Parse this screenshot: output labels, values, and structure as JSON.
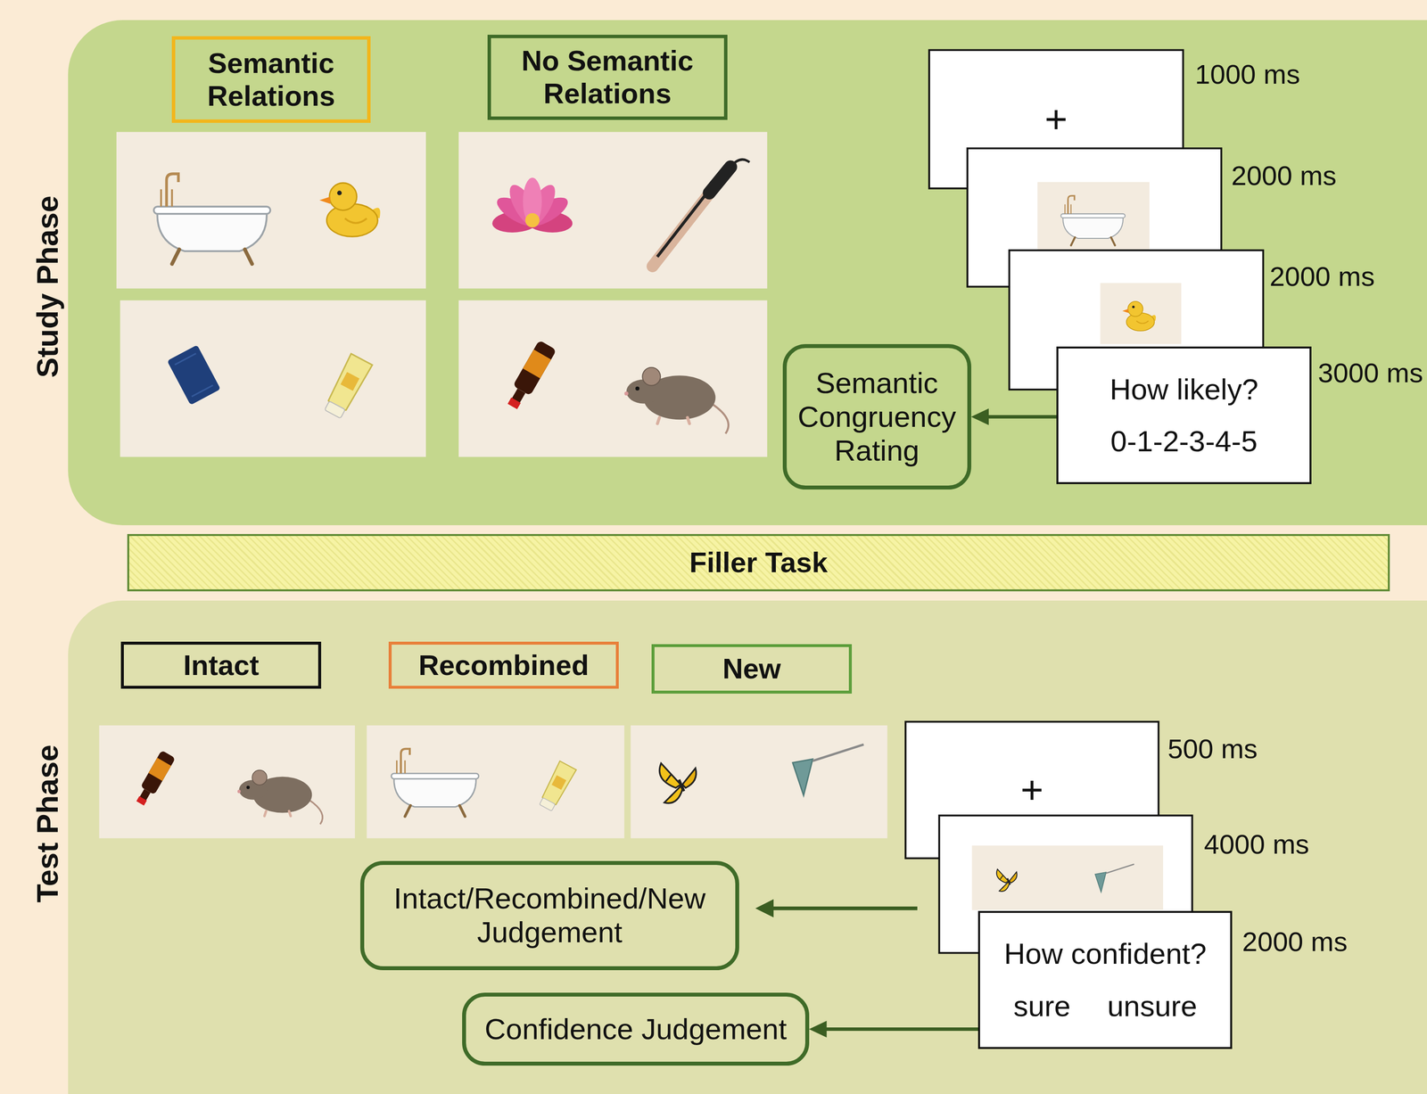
{
  "diagram": {
    "nodes": [
      {
        "text": [
          "Study Phase"
        ]
      },
      {
        "text": [
          "Semantic Relations"
        ],
        "in": 0
      },
      {
        "text": [
          "No Semantic Relations"
        ],
        "in": 0
      },
      {
        "text": [
          "+"
        ],
        "in": 0
      },
      {
        "text": [
          "How likely?",
          "0-1-2-3-4-5"
        ],
        "in": 0
      },
      {
        "text": [
          "Semantic Congruency Rating"
        ],
        "in": 0
      },
      {
        "text": [
          "Filler Task"
        ]
      },
      {
        "text": [
          "Test Phase"
        ]
      },
      {
        "text": [
          "Intact"
        ],
        "in": 7
      },
      {
        "text": [
          "Recombined"
        ],
        "in": 7
      },
      {
        "text": [
          "New"
        ],
        "in": 7
      },
      {
        "text": [
          "+"
        ],
        "in": 7
      },
      {
        "text": [
          "Intact/Recombined/New Judgement"
        ],
        "in": 7
      },
      {
        "text": [
          "How confident?",
          "sure",
          "unsure"
        ],
        "in": 7
      },
      {
        "text": [
          "Confidence Judgement"
        ],
        "in": 7
      }
    ],
    "edges": [
      {
        "from": 4,
        "to": 5,
        "arrow": "to"
      },
      {
        "from": 13,
        "to": 14,
        "arrow": "to"
      }
    ],
    "labels": [
      "1000 ms",
      "2000 ms",
      "2000 ms",
      "3000 ms",
      "500 ms",
      "4000 ms",
      "2000 ms"
    ]
  }
}
